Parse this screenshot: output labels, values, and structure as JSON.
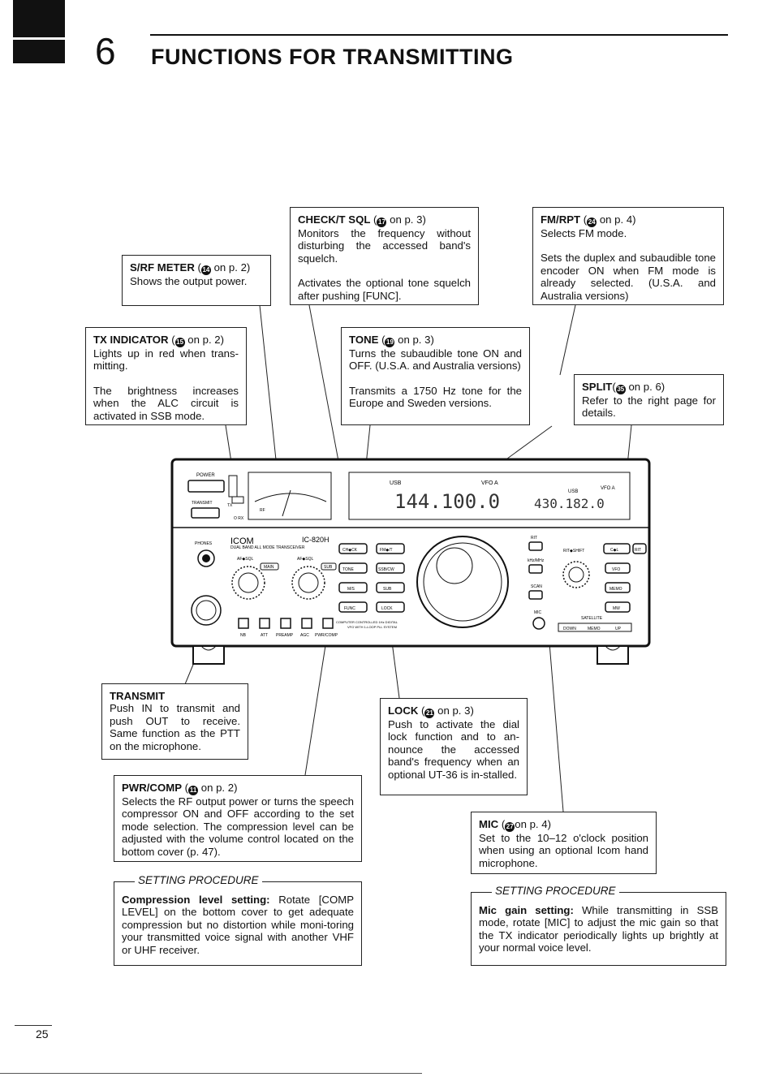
{
  "header": {
    "chapter_number": "6",
    "chapter_title": "FUNCTIONS FOR TRANSMITTING"
  },
  "callouts": {
    "check_tsql": {
      "title": "CHECK/T SQL",
      "num": "17",
      "ref": "on p. 3)",
      "p1": "Monitors the frequency without disturbing the accessed band's squelch.",
      "p2": "Activates the optional tone squelch after pushing [FUNC]."
    },
    "fm_rpt": {
      "title": "FM/RPT",
      "num": "24",
      "ref": "on p. 4)",
      "p1": "Selects FM mode.",
      "p2": "Sets the duplex and subaudible tone encoder ON when FM mode is already selected. (U.S.A. and Australia versions)"
    },
    "srf_meter": {
      "title": "S/RF METER",
      "num": "14",
      "ref": "on p. 2)",
      "p1": "Shows the output power."
    },
    "tx_indicator": {
      "title": "TX INDICATOR",
      "num": "15",
      "ref": "on p. 2)",
      "p1": "Lights up in red when trans-mitting.",
      "p2": "The brightness increases when the ALC circuit is activated in SSB mode."
    },
    "tone": {
      "title": "TONE",
      "num": "19",
      "ref": "on p. 3)",
      "p1": "Turns the subaudible tone ON and OFF. (U.S.A. and Australia versions)",
      "p2": "Transmits a 1750 Hz tone for the Europe and Sweden versions."
    },
    "split": {
      "title": "SPLIT",
      "num": "35",
      "ref": "on p. 6)",
      "p1": "Refer to the right page for details."
    },
    "transmit": {
      "title": "TRANSMIT",
      "p1": "Push IN to transmit and push OUT to receive. Same function as the PTT on the microphone."
    },
    "lock": {
      "title": "LOCK",
      "num": "21",
      "ref": "on p. 3)",
      "p1": "Push to activate the dial lock function and to an-nounce the accessed band's frequency when an optional UT-36 is in-stalled."
    },
    "pwr_comp": {
      "title": "PWR/COMP",
      "num": "11",
      "ref": "on p. 2)",
      "p1": "Selects the RF output power or turns the speech compressor ON and OFF according to the set mode selection. The compression level can be adjusted with the volume control located on the bottom cover (p. 47)."
    },
    "mic": {
      "title": "MIC",
      "num": "27",
      "ref": "on p. 4)",
      "p1": "Set to the 10–12 o'clock position when using an optional Icom hand microphone."
    }
  },
  "procedures": {
    "left": {
      "title": "SETTING PROCEDURE",
      "bold": "Compression level setting:",
      "text": " Rotate [COMP LEVEL] on the bottom cover to get adequate compression but no distortion while moni-toring your transmitted voice signal with another VHF or UHF receiver."
    },
    "right": {
      "title": "SETTING PROCEDURE",
      "bold": "Mic gain setting:",
      "text": " While transmitting in SSB mode, rotate [MIC] to adjust the mic gain so that the TX indicator periodically lights up brightly at your normal voice level."
    }
  },
  "radio": {
    "brand": "ICOM",
    "model": "IC-820H",
    "subtitle": "DUAL BAND ALL MODE TRANSCEIVER",
    "main_freq": "144.100.0",
    "sub_freq": "430.182.0",
    "mode_main": "USB",
    "mode_sub": "USB",
    "vfo_main": "VFO A",
    "vfo_sub": "VFO A",
    "labels": {
      "power": "POWER",
      "transmit": "TRANSMIT",
      "phones": "PHONES",
      "mic": "MIC",
      "af_sql_main": "AF◆SQL",
      "af_sql_sub": "AF◆SQL",
      "main": "MAIN",
      "sub": "SUB",
      "nb": "NB",
      "att": "ATT",
      "preamp": "PREAMP",
      "agc": "AGC",
      "pwr_comp": "PWR/COMP",
      "ch_chk": "CH◆CK",
      "fm_t": "FM◆/T",
      "tone": "TONE",
      "ssb_cw": "SSB/CW",
      "ms": "M/S",
      "sub_btn": "SUB",
      "func": "FUNC",
      "lock": "LOCK",
      "computer": "COMPUTER CONTROLLED 1Hz DIGITAL",
      "vfo_with": "VFO WITH 1-LOOP PLL SYSTEM",
      "rit": "RIT",
      "rit_shift": "RIT◆SHIFT",
      "khz_mhz": "kHz/MHz",
      "scan": "SCAN",
      "cl": "C◆L",
      "vfo": "VFO",
      "memo": "MEMO",
      "mw": "MW",
      "rit_btn": "RIT",
      "satellite": "SATELLITE",
      "down": "DOWN",
      "memo2": "MEMO",
      "up": "UP",
      "tx": "TX",
      "orx": "O RX",
      "rf": "RF"
    }
  },
  "page_number": "25"
}
